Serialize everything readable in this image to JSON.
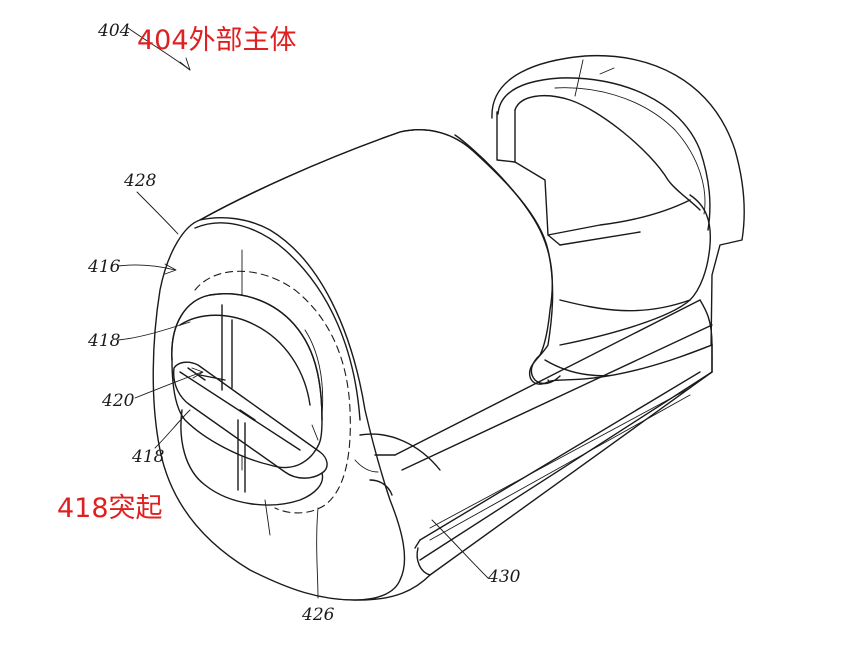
{
  "figure": {
    "callouts": {
      "ref_404": "404",
      "ref_428": "428",
      "ref_416": "416",
      "ref_418_top": "418",
      "ref_420": "420",
      "ref_418_bottom": "418",
      "ref_426": "426",
      "ref_430": "430"
    },
    "annotations": {
      "outer_body": "404外部主体",
      "protrusion": "418突起"
    },
    "colors": {
      "line_art": "#1a1a1a",
      "annotation_text": "#e02020",
      "background": "#ffffff"
    }
  }
}
